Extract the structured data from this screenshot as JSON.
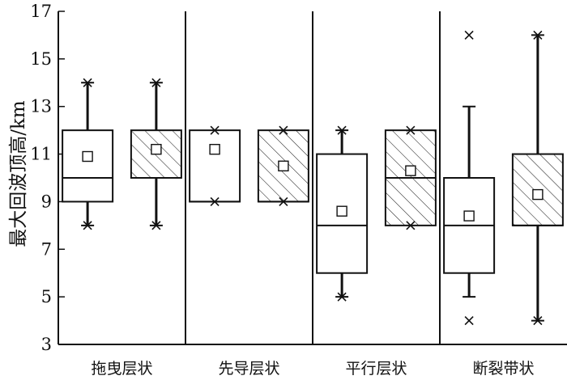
{
  "chart_data": {
    "type": "box",
    "ylabel": "最大回波顶高/km",
    "ylim": [
      3,
      17
    ],
    "yticks": [
      3,
      5,
      7,
      9,
      11,
      13,
      15,
      17
    ],
    "categories": [
      "拖曳层状",
      "先导层状",
      "平行层状",
      "断裂带状"
    ],
    "series": [
      {
        "fill": "none",
        "boxes": [
          {
            "category": "拖曳层状",
            "q1": 9,
            "median": 10,
            "q3": 12,
            "mean": 10.9,
            "whisker_low": 8,
            "whisker_high": 14,
            "extremes": [
              8,
              14
            ]
          },
          {
            "category": "先导层状",
            "q1": 9,
            "median": 9,
            "q3": 12,
            "mean": 11.2,
            "whisker_low": 9,
            "whisker_high": 12,
            "extremes": [
              9,
              12
            ]
          },
          {
            "category": "平行层状",
            "q1": 6,
            "median": 8,
            "q3": 11,
            "mean": 8.6,
            "whisker_low": 5,
            "whisker_high": 12,
            "extremes": [
              5,
              12
            ]
          },
          {
            "category": "断裂带状",
            "q1": 6,
            "median": 8,
            "q3": 10,
            "mean": 8.4,
            "whisker_low": 5,
            "whisker_high": 13,
            "extremes": [
              4,
              16
            ]
          }
        ]
      },
      {
        "fill": "hatched",
        "boxes": [
          {
            "category": "拖曳层状",
            "q1": 10,
            "median": 10,
            "q3": 12,
            "mean": 11.2,
            "whisker_low": 8,
            "whisker_high": 14,
            "extremes": [
              8,
              14
            ]
          },
          {
            "category": "先导层状",
            "q1": 9,
            "median": 9,
            "q3": 12,
            "mean": 10.5,
            "whisker_low": 9,
            "whisker_high": 12,
            "extremes": [
              9,
              12
            ]
          },
          {
            "category": "平行层状",
            "q1": 8,
            "median": 10,
            "q3": 12,
            "mean": 10.3,
            "whisker_low": 8,
            "whisker_high": 12,
            "extremes": [
              8,
              12
            ]
          },
          {
            "category": "断裂带状",
            "q1": 8,
            "median": 8,
            "q3": 11,
            "mean": 9.3,
            "whisker_low": 4,
            "whisker_high": 16,
            "extremes": [
              4,
              16
            ]
          }
        ]
      }
    ],
    "grid": false,
    "legend": "none"
  }
}
